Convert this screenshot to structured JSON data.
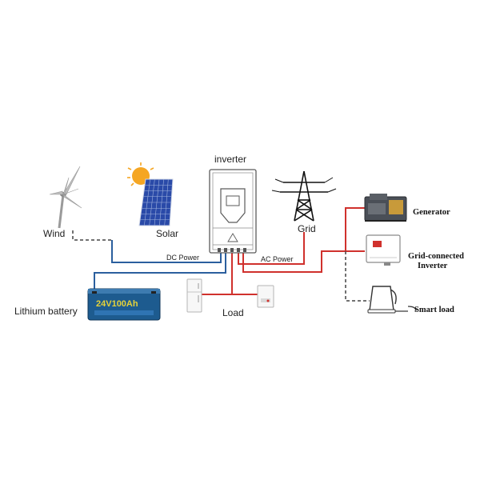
{
  "labels": {
    "inverter": "inverter",
    "wind": "Wind",
    "solar": "Solar",
    "grid": "Grid",
    "dc_power": "DC Power",
    "ac_power": "AC Power",
    "lithium_battery": "Lithium battery",
    "load": "Load",
    "generator": "Generator",
    "grid_connected_inverter_line1": "Grid-connected",
    "grid_connected_inverter_line2": "Inverter",
    "smart_load": "Smart load",
    "battery_print": "24V100Ah"
  },
  "colors": {
    "dc_line": "#2b5f9e",
    "ac_line": "#d0312d",
    "dashed_line": "#444444",
    "panel_blue": "#2a4aa8",
    "sun": "#f5a623",
    "battery_body": "#1d5b8f",
    "battery_label": "#e5d23a"
  },
  "icons": [
    "wind-turbine-icon",
    "solar-panel-icon",
    "sun-icon",
    "inverter-icon",
    "transmission-tower-icon",
    "lithium-battery-icon",
    "load-appliance-icon",
    "generator-icon",
    "grid-connected-inverter-icon",
    "kettle-icon"
  ]
}
